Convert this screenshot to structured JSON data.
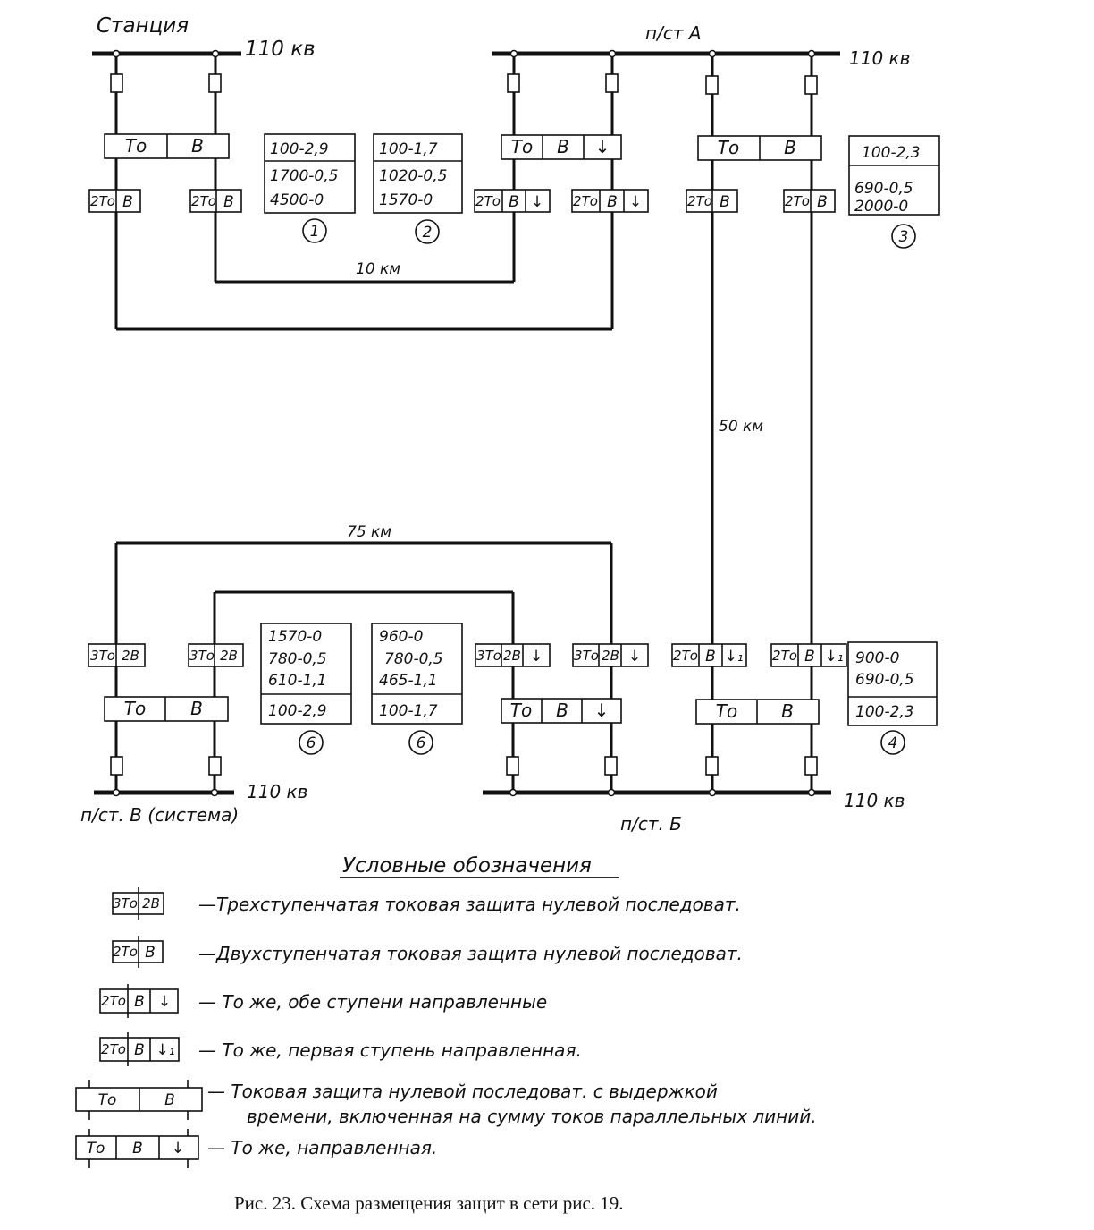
{
  "substations": {
    "station": {
      "name": "Станция",
      "voltage": "110 кв"
    },
    "a": {
      "name": "п/ст А",
      "voltage": "110 кв"
    },
    "b": {
      "name": "п/ст. Б",
      "voltage": "110 кв"
    },
    "v": {
      "name": "п/ст. В (система)",
      "voltage": "110 кв"
    }
  },
  "lines": {
    "line_10": "10 км",
    "line_50": "50 км",
    "line_75": "75 км"
  },
  "sum_protection": {
    "station": [
      "То",
      "В"
    ],
    "a_left": [
      "То",
      "В",
      "↓"
    ],
    "a_right": [
      "То",
      "В"
    ],
    "v": [
      "То",
      "В"
    ],
    "b_left": [
      "То",
      "В",
      "↓"
    ],
    "b_right": [
      "То",
      "В"
    ]
  },
  "relays": {
    "st1": [
      "2То",
      "В"
    ],
    "st2": [
      "2То",
      "В"
    ],
    "a1": [
      "2То",
      "В",
      "↓"
    ],
    "a2": [
      "2То",
      "В",
      "↓"
    ],
    "a3": [
      "2То",
      "В"
    ],
    "a4": [
      "2То",
      "В"
    ],
    "v1": [
      "3То",
      "2В"
    ],
    "v2": [
      "3То",
      "2В"
    ],
    "b1": [
      "3То",
      "2В",
      "↓"
    ],
    "b2": [
      "3То",
      "2В",
      "↓"
    ],
    "b3": [
      "2То",
      "В",
      "↓₁"
    ],
    "b4": [
      "2То",
      "В",
      "↓₁"
    ]
  },
  "settings": {
    "s1": {
      "rows": [
        "100-2,9",
        "1700-0,5",
        "4500-0"
      ],
      "number": "1"
    },
    "s2": {
      "rows": [
        "100-1,7",
        "1020-0,5",
        "1570-0"
      ],
      "number": "2"
    },
    "s3": {
      "rows": [
        "100-2,3",
        "690-0,5",
        "2000-0"
      ],
      "number": "3"
    },
    "s4": {
      "rows": [
        "900-0",
        "690-0,5",
        "100-2,3"
      ],
      "number": "4"
    },
    "s5": {
      "rows": [
        "1570-0",
        "780-0,5",
        "610-1,1",
        "100-2,9"
      ],
      "number": "6"
    },
    "s6": {
      "rows": [
        "960-0",
        "780-0,5",
        "465-1,1",
        "100-1,7"
      ],
      "number": "6"
    }
  },
  "legend": {
    "title": "Условные обозначения",
    "items": [
      {
        "symbol": [
          "3То",
          "2В"
        ],
        "text": "—Трехступенчатая токовая защита нулевой последоват."
      },
      {
        "symbol": [
          "2То",
          "В"
        ],
        "text": "—Двухступенчатая токовая защита нулевой последоват."
      },
      {
        "symbol": [
          "2То",
          "В",
          "↓"
        ],
        "text": "— То же, обе ступени направленные"
      },
      {
        "symbol": [
          "2То",
          "В",
          "↓₁"
        ],
        "text": "— То же, первая ступень направленная."
      },
      {
        "symbol": [
          "То",
          "В"
        ],
        "text": "— Токовая защита нулевой последоват. с выдержкой",
        "text2": "времени, включенная на сумму токов параллельных линий."
      },
      {
        "symbol": [
          "То",
          "В",
          "↓"
        ],
        "text": "— То же, направленная."
      }
    ]
  },
  "caption": "Рис. 23. Схема размещения защит в сети рис. 19."
}
